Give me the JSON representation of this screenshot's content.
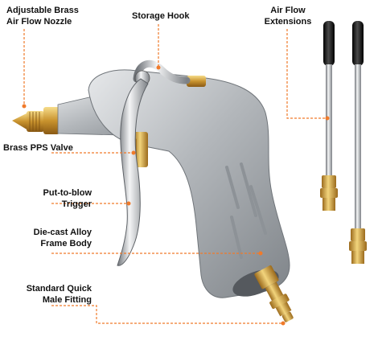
{
  "labels": {
    "nozzle": [
      "Adjustable Brass",
      "Air Flow Nozzle"
    ],
    "hook": [
      "Storage Hook"
    ],
    "extensions": [
      "Air Flow",
      "Extensions"
    ],
    "valve": [
      "Brass PPS Valve"
    ],
    "trigger": [
      "Put-to-blow",
      "Trigger"
    ],
    "body": [
      "Die-cast Alloy",
      "Frame Body"
    ],
    "fitting": [
      "Standard Quick",
      "Male Fitting"
    ]
  },
  "colors": {
    "callout": "#f07a2a",
    "text": "#111111",
    "aluminum": "#b9bcc0",
    "brass": "#d4a038",
    "rubber": "#1a1a1a"
  }
}
